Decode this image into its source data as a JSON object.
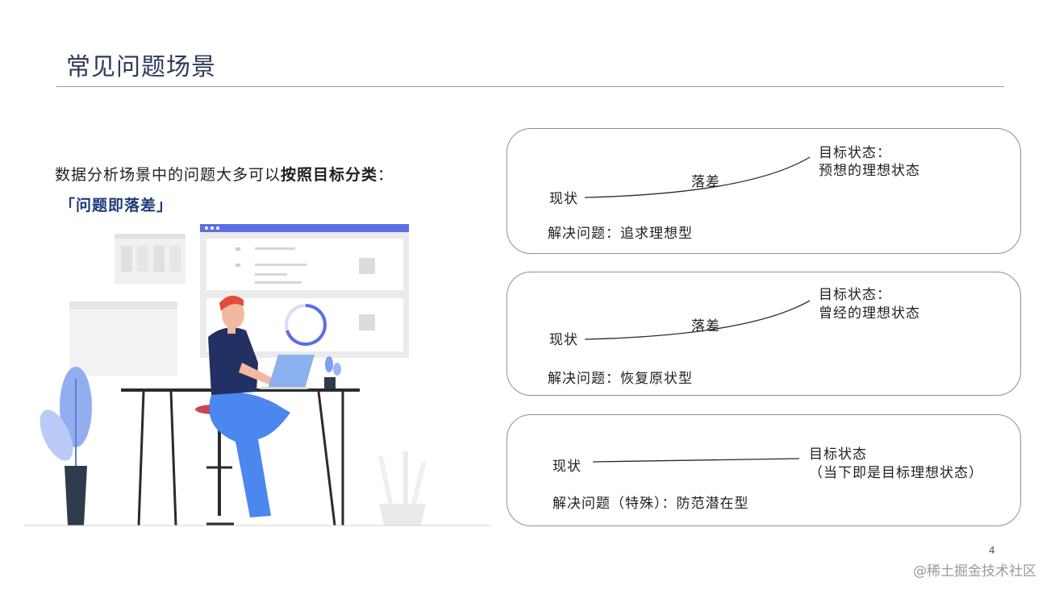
{
  "slide": {
    "title": "常见问题场景",
    "intro_prefix": "数据分析场景中的问题大多可以",
    "intro_bold": "按照目标分类",
    "intro_suffix": "：",
    "highlight": "「问题即落差」",
    "page_number": "4",
    "watermark": "@稀土掘金技术社区"
  },
  "cards": [
    {
      "goal_line1": "目标状态：",
      "goal_line2": "预想的理想状态",
      "gap_label": "落差",
      "current": "现状",
      "solution": "解决问题：追求理想型"
    },
    {
      "goal_line1": "目标状态：",
      "goal_line2": "曾经的理想状态",
      "gap_label": "落差",
      "current": "现状",
      "solution": "解决问题：恢复原状型"
    },
    {
      "goal_line1": "目标状态",
      "goal_line2": "（当下即是目标理想状态）",
      "current": "现状",
      "solution": "解决问题（特殊）：防范潜在型"
    }
  ],
  "illustration": {
    "icons": [
      "person-at-desk-icon",
      "laptop-icon",
      "plant-icon",
      "dashboard-window-icon",
      "pen-cup-icon"
    ]
  }
}
